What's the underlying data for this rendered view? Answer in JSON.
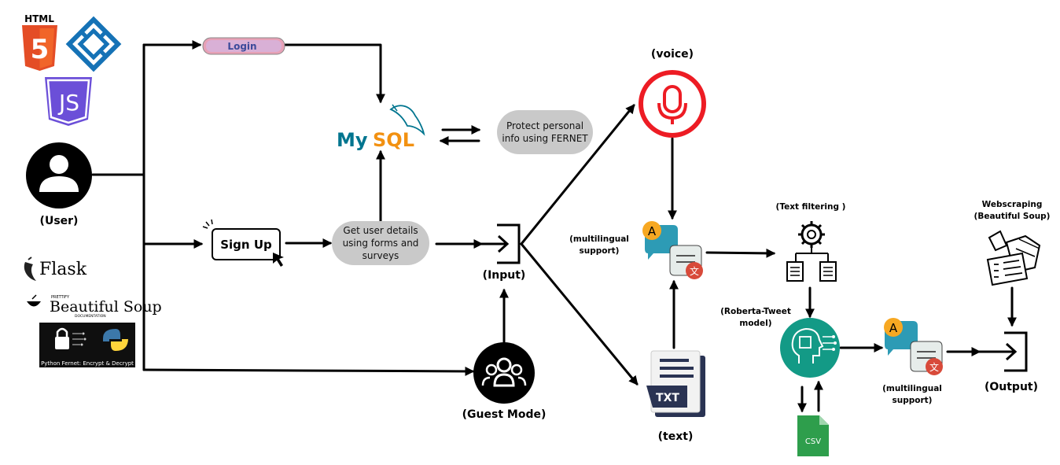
{
  "tech": {
    "html_label": "HTML",
    "html_digit": "5",
    "js_label": "JS",
    "flask_label": "Flask",
    "bs_small": "PRETTIFY",
    "bs_label": "Beautiful Soup",
    "bs_doc": "DOCUMENTATION",
    "fernet_caption": "Python Fernet: Encrypt & Decrypt"
  },
  "nodes": {
    "user": "(User)",
    "login": "Login",
    "mysql_my": "My",
    "mysql_sql": "SQL",
    "protect": "Protect personal info using FERNET",
    "signup": "Sign Up",
    "get_details": "Get user details using forms and surveys",
    "input": "(Input)",
    "guest": "(Guest Mode)",
    "voice": "(voice)",
    "text": "(text)",
    "txt_badge": "TXT",
    "multi1": "(multilingual support)",
    "text_filtering": "(Text filtering )",
    "roberta": "(Roberta-Tweet model)",
    "csv": "CSV",
    "multi2": "(multilingual support)",
    "webscraping": "Webscraping (Beautiful Soup)",
    "output": "(Output)",
    "trans_a": "A",
    "trans_zh": "文"
  },
  "colors": {
    "html_orange": "#e44d26",
    "css_blue": "#1572b6",
    "js_purple": "#6b4fd8",
    "mysql_blue": "#00758f",
    "mysql_orange": "#f29111",
    "voice_red": "#ed1c24",
    "bubble_teal": "#2d9bb5",
    "robot_teal": "#139a86",
    "csv_green": "#2e9e4c",
    "pill_gray": "#c9c9c9",
    "login_pink": "#e7a1b6"
  }
}
